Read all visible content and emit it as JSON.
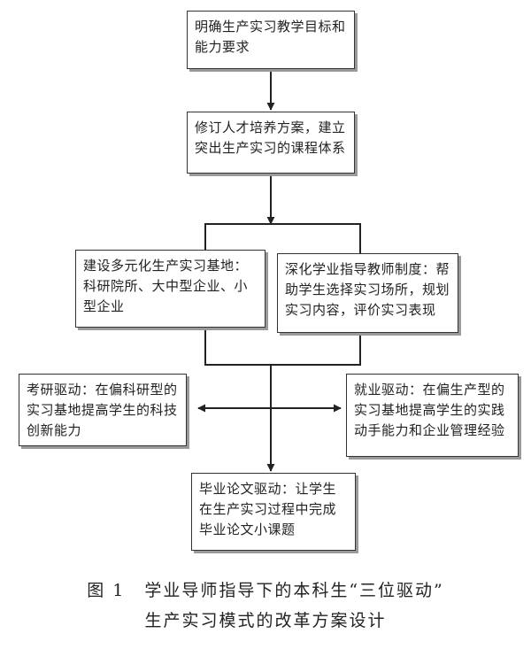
{
  "nodes": {
    "goal": "明确生产实习教学目标和能力要求",
    "revise": "修订人才培养方案，建立突出生产实习的课程体系",
    "base": "建设多元化生产实习基地：科研院所、大中型企业、小型企业",
    "mentor": "深化学业指导教师制度：帮助学生选择实习场所，规划实习内容，评价实习表现",
    "research": "考研驱动：在偏科研型的实习基地提高学生的科技创新能力",
    "employment": "就业驱动：在偏生产型的实习基地提高学生的实践动手能力和企业管理经验",
    "thesis": "毕业论文驱动：让学生在生产实习过程中完成毕业论文小课题"
  },
  "caption": {
    "figure_number": "图 1",
    "line1": "学业导师指导下的本科生“三位驱动”",
    "line2": "生产实习模式的改革方案设计"
  }
}
